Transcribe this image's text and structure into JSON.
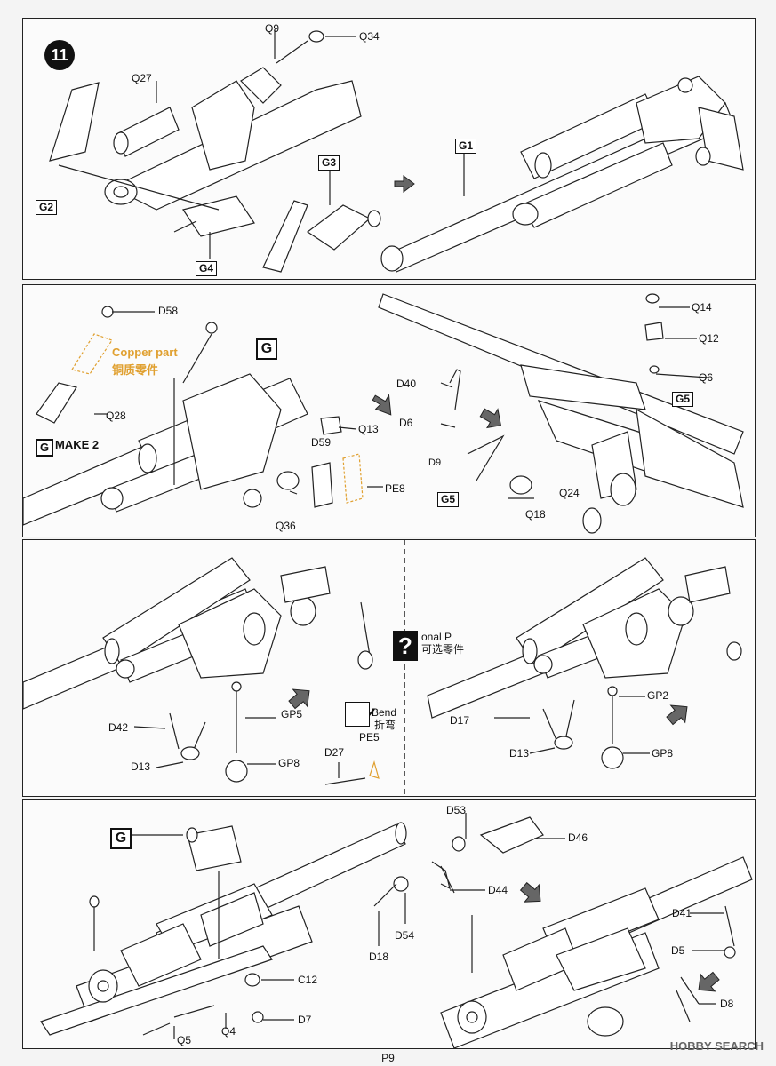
{
  "step_number": "11",
  "panel1": {
    "labels": {
      "q9": "Q9",
      "q34": "Q34",
      "q27": "Q27",
      "g3": "G3",
      "g1": "G1",
      "g2": "G2",
      "g4": "G4"
    }
  },
  "panel2": {
    "labels": {
      "d58": "D58",
      "copper_en": "Copper part",
      "copper_cn": "铜质零件",
      "g": "G",
      "q28": "Q28",
      "make2": "MAKE 2",
      "g_small": "G",
      "q13": "Q13",
      "d59": "D59",
      "pe8": "PE8",
      "q36": "Q36",
      "q14": "Q14",
      "q12": "Q12",
      "q6": "Q6",
      "g5_top": "G5",
      "d40": "D40",
      "d6": "D6",
      "d9": "D9",
      "g5_bottom": "G5",
      "q24": "Q24",
      "q18": "Q18"
    }
  },
  "panel3": {
    "labels": {
      "gp5": "GP5",
      "d42": "D42",
      "d13_left": "D13",
      "gp8_left": "GP8",
      "bend_en": "Bend",
      "bend_cn": "折弯",
      "pe5": "PE5",
      "d27": "D27",
      "optional_en": "onal P",
      "optional_cn": "可选零件",
      "optional_mark": "?",
      "gp2": "GP2",
      "d17": "D17",
      "d13_right": "D13",
      "gp8_right": "GP8"
    }
  },
  "panel4": {
    "labels": {
      "g": "G",
      "c12": "C12",
      "d7": "D7",
      "q5": "Q5",
      "q4": "Q4",
      "d53": "D53",
      "d46": "D46",
      "d44": "D44",
      "d54": "D54",
      "d18": "D18",
      "d41": "D41",
      "d5": "D5",
      "d8": "D8"
    }
  },
  "footer": {
    "page": "P9",
    "watermark": "HOBBY SEARCH"
  }
}
